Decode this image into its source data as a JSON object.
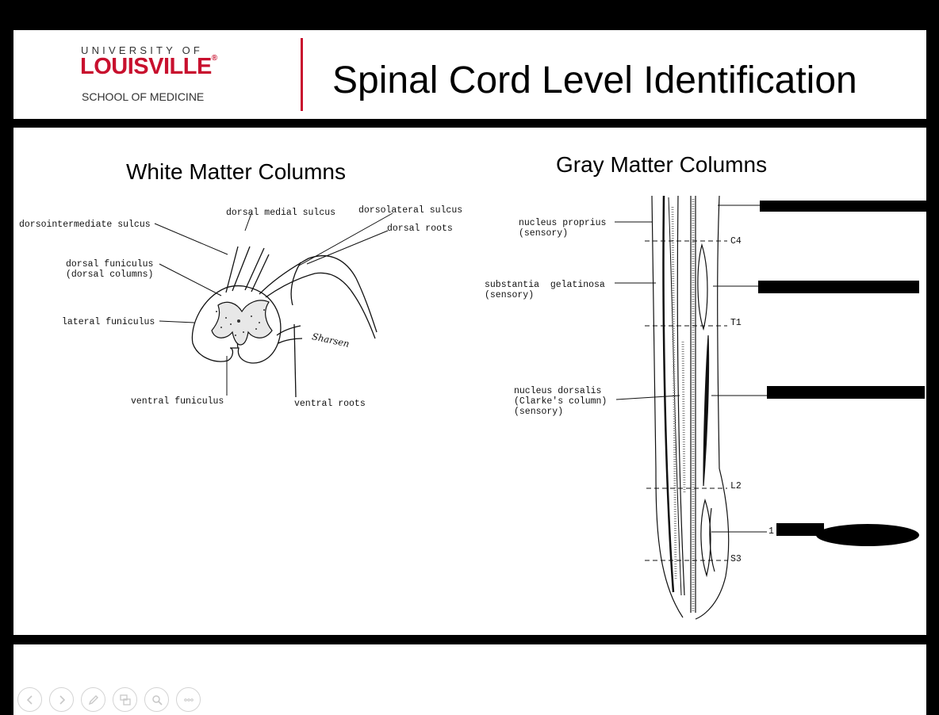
{
  "header": {
    "logo_top": "UNIVERSITY OF",
    "logo_main": "LOUISVILLE",
    "logo_reg": "®",
    "logo_sub": "SCHOOL OF MEDICINE",
    "title": "Spinal Cord Level Identification"
  },
  "colors": {
    "brand_red": "#c8102e"
  },
  "white_matter": {
    "title": "White Matter Columns",
    "labels": {
      "dorsal_medial_sulcus": "dorsal medial sulcus",
      "dorsolateral_sulcus": "dorsolateral sulcus",
      "dorsointermediate_sulcus": "dorsointermediate sulcus",
      "dorsal_roots": "dorsal roots",
      "dorsal_funiculus": "dorsal funiculus\n(dorsal columns)",
      "lateral_funiculus": "lateral funiculus",
      "ventral_funiculus": "ventral funiculus",
      "ventral_roots": "ventral roots",
      "signature": "Sharsen"
    }
  },
  "gray_matter": {
    "title": "Gray Matter Columns",
    "labels": {
      "nucleus_proprius": "nucleus proprius\n(sensory)",
      "substantia_gelatinosa": "substantia  gelatinosa\n(sensory)",
      "nucleus_dorsalis": "nucleus dorsalis\n(Clarke's column)\n(sensory)"
    },
    "levels": [
      "C4",
      "T1",
      "L2",
      "S3"
    ],
    "partial_level": "1"
  },
  "nav_controls": [
    {
      "icon": "previous-icon"
    },
    {
      "icon": "next-icon"
    },
    {
      "icon": "pen-icon"
    },
    {
      "icon": "slides-icon"
    },
    {
      "icon": "zoom-icon"
    },
    {
      "icon": "more-icon"
    }
  ]
}
